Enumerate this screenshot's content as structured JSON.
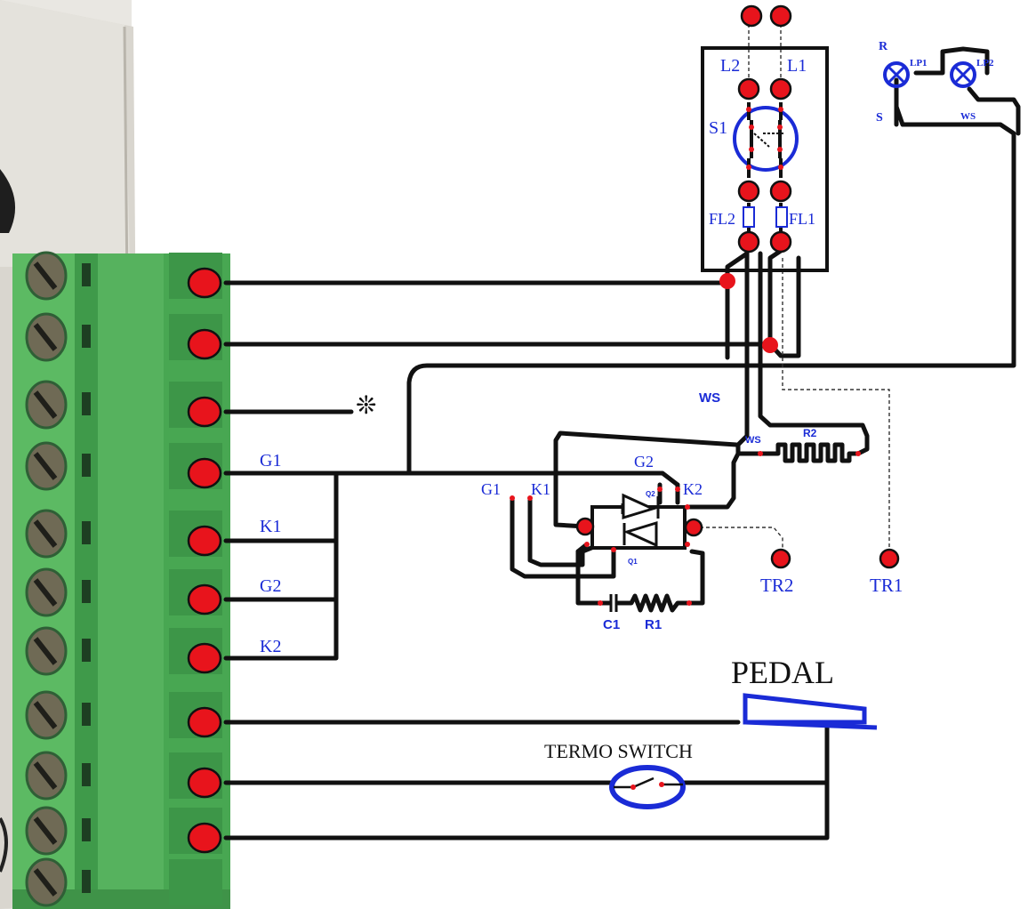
{
  "connector": {
    "terminal_count": 11,
    "body_color": "#4fae5a",
    "screw_color": "#6f6a55"
  },
  "labels": {
    "L2": "L2",
    "L1": "L1",
    "S1": "S1",
    "FL2": "FL2",
    "FL1": "FL1",
    "R": "R",
    "S": "S",
    "LP1": "LP1",
    "LP2": "LP2",
    "WS_top": "WS",
    "WS_mid": "WS",
    "WS_small": "WS",
    "R2": "R2",
    "G1_wire": "G1",
    "K1_wire": "K1",
    "G2_wire": "G2",
    "K2_wire": "K2",
    "G1_node": "G1",
    "K1_node": "K1",
    "G2_node": "G2",
    "K2_node": "K2",
    "Q1": "Q1",
    "Q2": "Q2",
    "C1": "C1",
    "R1": "R1",
    "TR2": "TR2",
    "TR1": "TR1",
    "asterisk": "❊",
    "pedal": "PEDAL",
    "termo_switch": "TERMO SWITCH"
  },
  "colors": {
    "wire": "#111111",
    "terminal": "#e8141c",
    "label_blue": "#1a2bd6"
  }
}
